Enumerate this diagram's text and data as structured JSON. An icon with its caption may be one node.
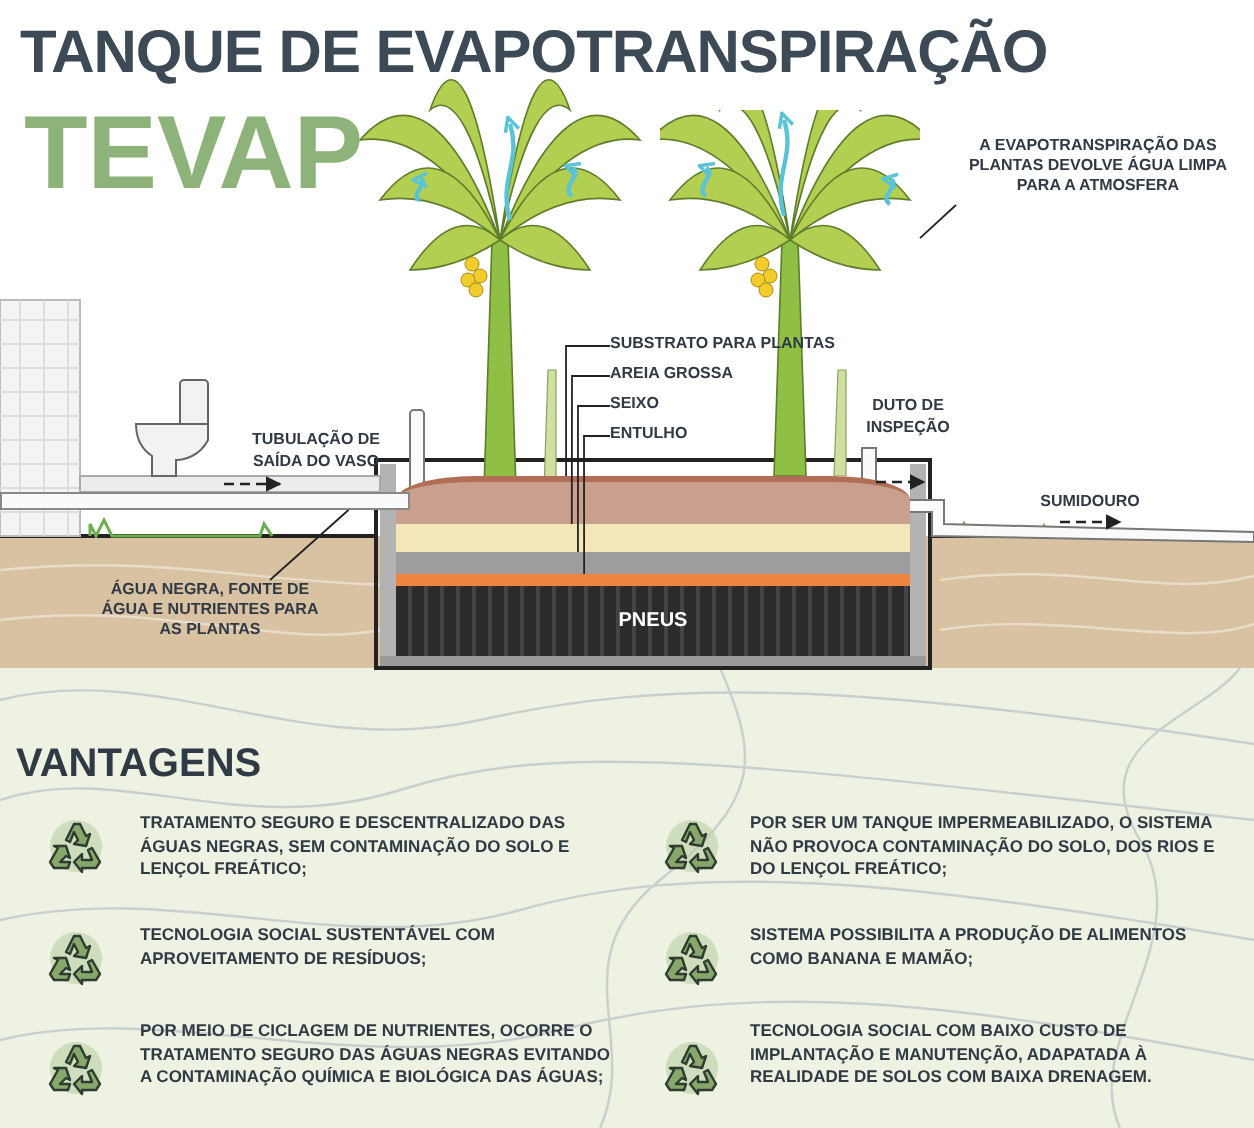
{
  "diagram": {
    "title": "TANQUE DE EVAPOTRANSPIRAÇÃO",
    "nodes": [
      {
        "text": [
          "A EVAPOTRANSPIRAÇÃO DAS PLANTAS DEVOLVE ÁGUA LIMPA PARA A ATMOSFERA"
        ]
      },
      {
        "text": [],
        "shape": "picture"
      },
      {
        "text": [
          "SUBSTRATO PARA PLANTAS"
        ]
      },
      {
        "text": [],
        "shape": "box"
      },
      {
        "text": [
          "AREIA GROSSA"
        ]
      },
      {
        "text": [],
        "shape": "box"
      },
      {
        "text": [
          "SEIXO"
        ]
      },
      {
        "text": [],
        "shape": "box"
      },
      {
        "text": [
          "ENTULHO"
        ]
      },
      {
        "text": [],
        "shape": "box"
      },
      {
        "text": [
          "ÁGUA NEGRA, FONTE DE ÁGUA E NUTRIENTES PARA AS PLANTAS"
        ]
      },
      {
        "text": [],
        "shape": "bar"
      },
      {
        "text": [
          "PNEUS"
        ]
      }
    ],
    "edges": [
      {
        "from": 0,
        "to": 1,
        "arrow": "none"
      },
      {
        "from": 2,
        "to": 3,
        "arrow": "none"
      },
      {
        "from": 4,
        "to": 5,
        "arrow": "none"
      },
      {
        "from": 6,
        "to": 7,
        "arrow": "none"
      },
      {
        "from": 8,
        "to": 9,
        "arrow": "none"
      },
      {
        "from": 10,
        "to": 11,
        "arrow": "none"
      }
    ],
    "labels": [
      "TEVAP",
      "TUBULAÇÃO DE SAÍDA DO VASO",
      "DUTO DE INSPEÇÃO",
      "SUMIDOURO",
      "VANTAGENS",
      "TRATAMENTO SEGURO E DESCENTRALIZADO DAS ÁGUAS NEGRAS, SEM CONTAMINAÇÃO DO SOLO E LENÇOL FREÁTICO;",
      "POR SER UM TANQUE IMPERMEABILIZADO, O SISTEMA NÃO PROVOCA CONTAMINAÇÃO DO SOLO, DOS RIOS E DO LENÇOL FREÁTICO;",
      "TECNOLOGIA SOCIAL SUSTENTÁVEL COM APROVEITAMENTO DE RESÍDUOS;",
      "SISTEMA POSSIBILITA A PRODUÇÃO DE ALIMENTOS COMO BANANA E MAMÃO;",
      "POR MEIO DE CICLAGEM DE NUTRIENTES, OCORRE O TRATAMENTO SEGURO DAS ÁGUAS NEGRAS EVITANDO A CONTAMINAÇÃO QUÍMICA E BIOLÓGICA DAS ÁGUAS;",
      "TECNOLOGIA SOCIAL COM BAIXO CUSTO DE IMPLANTAÇÃO E MANUTENÇÃO, ADAPATADA À REALIDADE DE SOLOS COM BAIXA DRENAGEM."
    ]
  }
}
